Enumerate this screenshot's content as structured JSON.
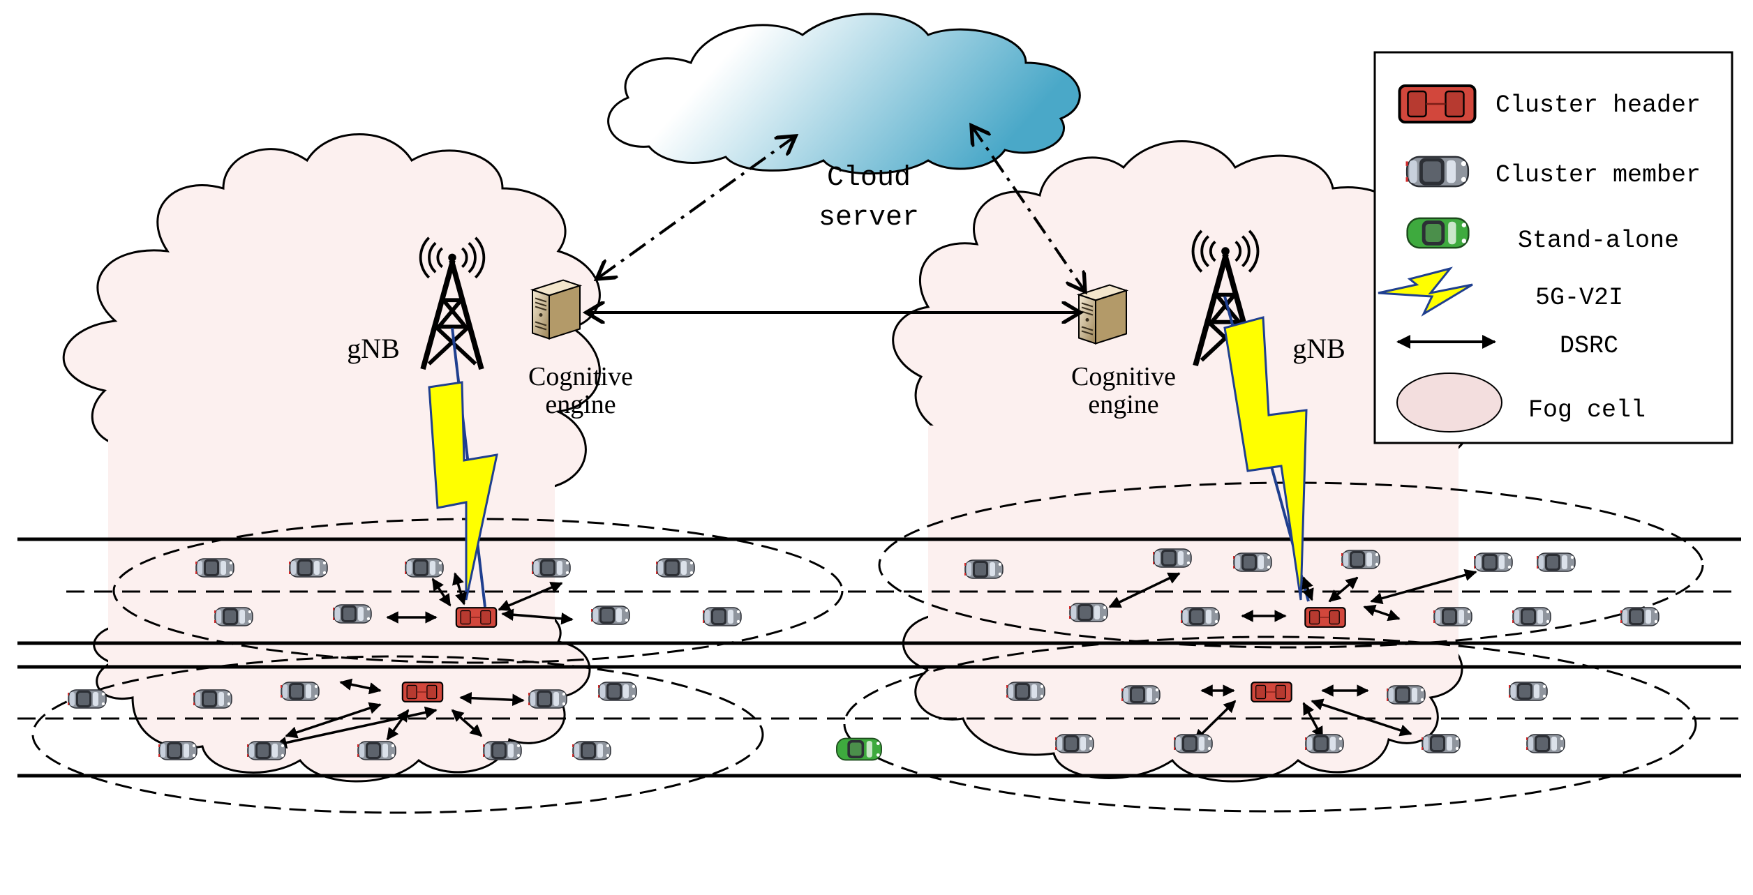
{
  "cloud": {
    "line1": "Cloud",
    "line2": "server"
  },
  "left_cell": {
    "gnb_label": "gNB",
    "engine_line1": "Cognitive",
    "engine_line2": "engine"
  },
  "right_cell": {
    "gnb_label": "gNB",
    "engine_line1": "Cognitive",
    "engine_line2": "engine"
  },
  "legend": {
    "items": [
      {
        "icon": "red-car-icon",
        "label": "Cluster header"
      },
      {
        "icon": "gray-car-icon",
        "label": "Cluster member"
      },
      {
        "icon": "green-car-icon",
        "label": "Stand-alone"
      },
      {
        "icon": "lightning-icon",
        "label": "5G-V2I"
      },
      {
        "icon": "double-arrow-icon",
        "label": "DSRC"
      },
      {
        "icon": "fog-cell-icon",
        "label": "Fog cell"
      }
    ]
  },
  "colors": {
    "fog_fill": "#fcf0ef",
    "cluster_header": "#d2473c",
    "cluster_member": "#8f959e",
    "stand_alone": "#3eaa3e",
    "lightning": "#ffff00",
    "lightning_edge": "#1f3f8f",
    "cloud_gradient_end": "#4faccb"
  }
}
